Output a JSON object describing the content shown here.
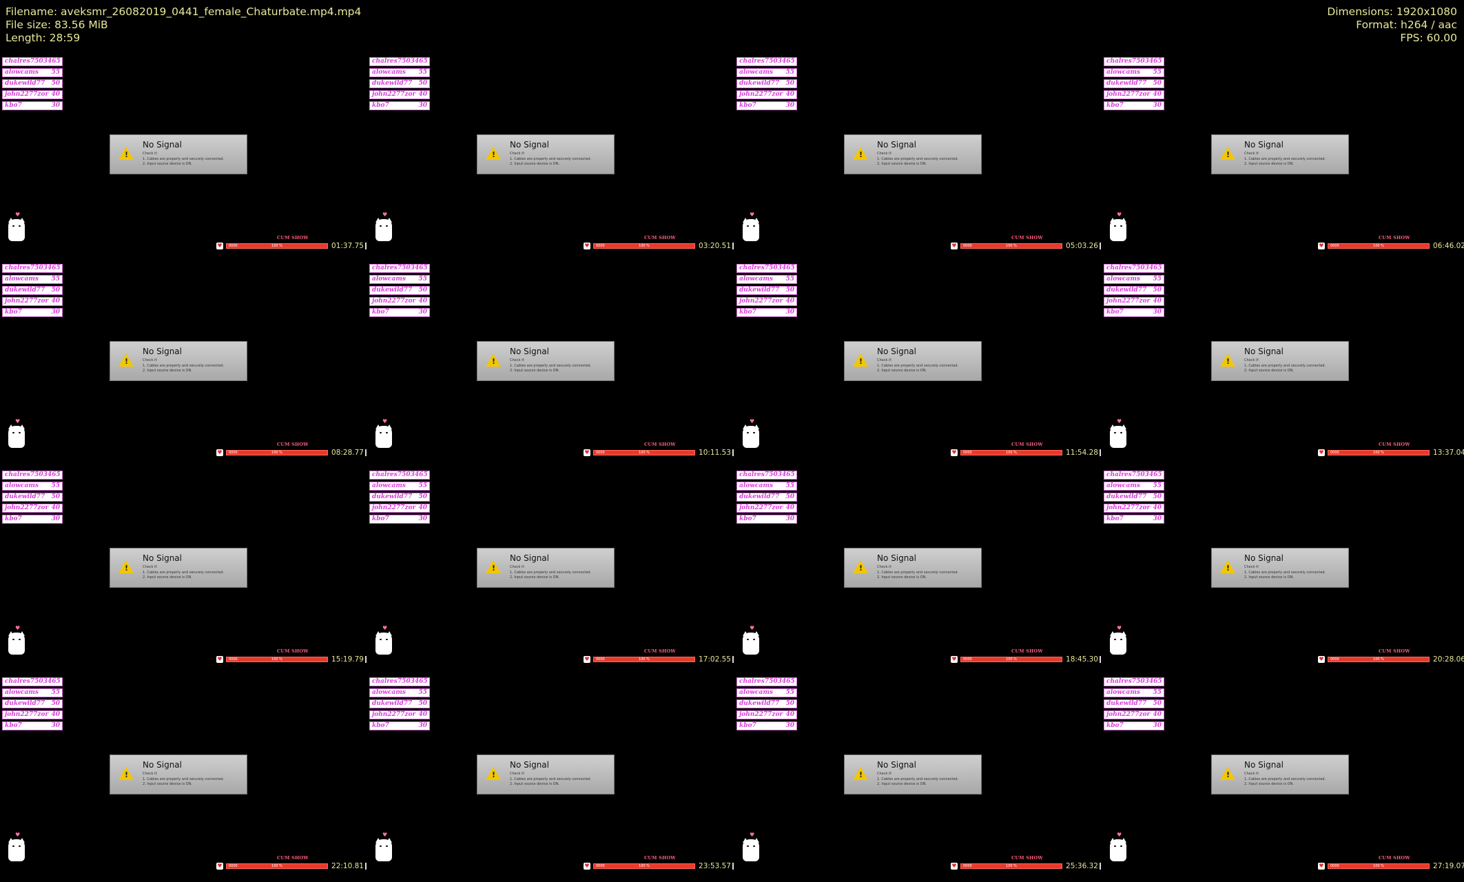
{
  "header": {
    "filename": "Filename: aveksmr_26082019_0441_female_Chaturbate.mp4.mp4",
    "filesize": "File size: 83.56 MiB",
    "length": "Length: 28:59",
    "dimensions": "Dimensions: 1920x1080",
    "format": "Format: h264 / aac",
    "fps": "FPS: 60.00"
  },
  "colors": {
    "header_text": "#e8e89a",
    "leaderboard_text": "#d640d6",
    "progress_fill": "#e9392d"
  },
  "leaderboard": [
    {
      "name": "chalres750",
      "score": "3465"
    },
    {
      "name": "alowcams",
      "score": "55"
    },
    {
      "name": "dukewild77",
      "score": "50"
    },
    {
      "name": "john2277zor",
      "score": "40"
    },
    {
      "name": "kbo7",
      "score": "30"
    }
  ],
  "no_signal": {
    "title": "No Signal",
    "line1": "Check if:",
    "line2": "1. Cables are properly and securely connected.",
    "line3": "2. Input source device is ON."
  },
  "goal": {
    "label": "CUM SHOW",
    "value_text": "0000",
    "percent_text": "100 %",
    "fraction": 1.0,
    "icon": "heart-icon"
  },
  "thumbnails": [
    {
      "timestamp": "01:37.75"
    },
    {
      "timestamp": "03:20.51"
    },
    {
      "timestamp": "05:03.26"
    },
    {
      "timestamp": "06:46.02"
    },
    {
      "timestamp": "08:28.77"
    },
    {
      "timestamp": "10:11.53"
    },
    {
      "timestamp": "11:54.28"
    },
    {
      "timestamp": "13:37.04"
    },
    {
      "timestamp": "15:19.79"
    },
    {
      "timestamp": "17:02.55"
    },
    {
      "timestamp": "18:45.30"
    },
    {
      "timestamp": "20:28.06"
    },
    {
      "timestamp": "22:10.81"
    },
    {
      "timestamp": "23:53.57"
    },
    {
      "timestamp": "25:36.32"
    },
    {
      "timestamp": "27:19.07"
    }
  ]
}
